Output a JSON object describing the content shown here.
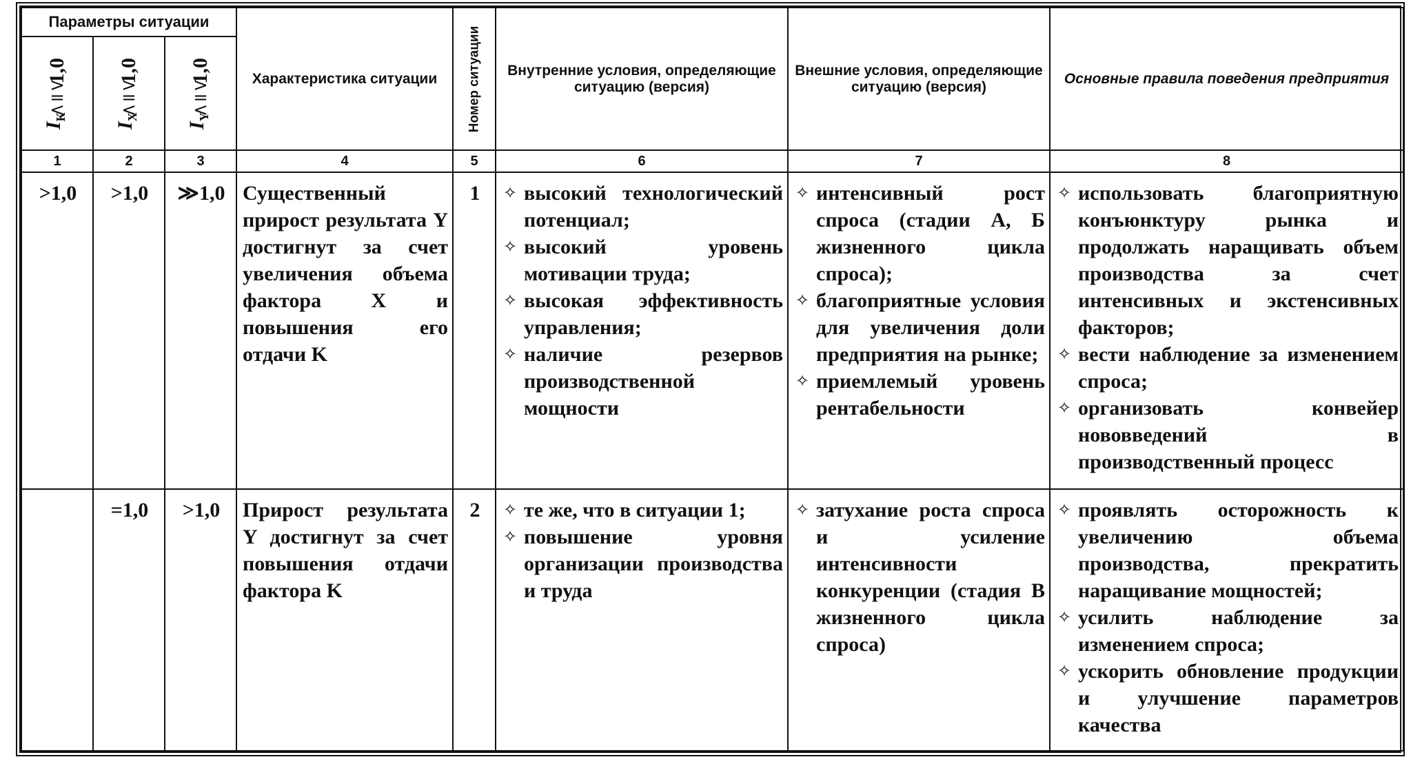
{
  "header": {
    "group_params": "Параметры ситуации",
    "params": [
      {
        "symbol": "I",
        "sub": "К",
        "relation": ">=<",
        "value": "1,0"
      },
      {
        "symbol": "I",
        "sub": "Х",
        "relation": ">=<",
        "value": "1,0"
      },
      {
        "symbol": "I",
        "sub": "Y",
        "relation": ">=<",
        "value": "1,0"
      }
    ],
    "characteristic": "Характеристика ситуации",
    "situation_number": "Номер ситуации",
    "internal": "Внутренние условия, определяющие ситуацию (версия)",
    "external": "Внешние условия, определяющие ситуацию (версия)",
    "rules": "Основные правила поведения предприятия"
  },
  "column_numbers": [
    "1",
    "2",
    "3",
    "4",
    "5",
    "6",
    "7",
    "8"
  ],
  "bullet_symbol": "✧",
  "rows": [
    {
      "ik": ">1,0",
      "ix": ">1,0",
      "iy": "≫1,0",
      "characteristic": "Существенный прирост результата Y достигнут за счет увеличения объема фактора X и повышения его отдачи K",
      "number": "1",
      "internal": [
        "высокий технологический потенциал;",
        "высокий уровень мотивации труда;",
        "высокая эффективность управления;",
        "наличие резервов производственной мощности"
      ],
      "external": [
        "интенсивный рост спроса (стадии А, Б жизненного цикла спроса);",
        "благоприятные условия для увеличения доли предприятия на рынке;",
        "приемлемый уровень рентабельности"
      ],
      "rules": [
        "использовать благоприятную конъюнктуру рынка и продолжать наращивать объем производства за счет интенсивных и экстенсивных факторов;",
        "вести наблюдение за изменением спроса;",
        "организовать конвейер нововведений в производственный процесс"
      ]
    },
    {
      "ik": "",
      "ix": "=1,0",
      "iy": ">1,0",
      "characteristic": "Прирост результата Y достигнут за счет повышения отдачи фактора K",
      "number": "2",
      "internal": [
        "те же, что в ситуации 1;",
        "повышение уровня организации производства и труда"
      ],
      "external": [
        "затухание роста спроса и усиление интенсивности конкуренции (стадия В жизненного цикла спроса)"
      ],
      "rules": [
        "проявлять осторожность к увеличению объема производства, прекратить наращивание мощностей;",
        "усилить наблюдение за изменением спроса;",
        "ускорить обновление продукции и улучшение параметров качества"
      ]
    }
  ]
}
